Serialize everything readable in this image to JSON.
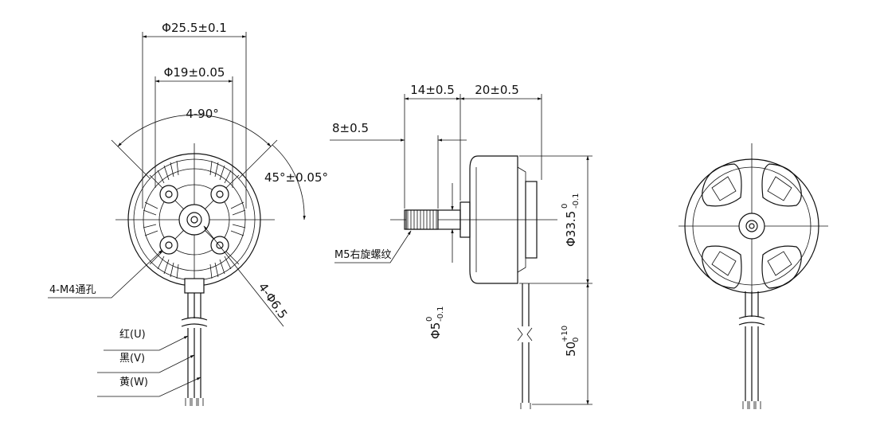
{
  "front_view": {
    "dia_outer": "Φ25.5±0.1",
    "dia_inner": "Φ19±0.05",
    "angle_holes": "4-90°",
    "angle_offset": "45°±0.05°",
    "hole_spec": "4-M4通孔",
    "hole_dia": "4-Φ6.5",
    "wires": [
      "红(U)",
      "黑(V)",
      "黄(W)"
    ]
  },
  "side_view": {
    "len_shaft": "14±0.5",
    "len_body": "20±0.5",
    "len_thread": "8±0.5",
    "thread_spec": "M5右旋螺纹",
    "shaft_dia": "Φ5",
    "shaft_tol_upper": "0",
    "shaft_tol_lower": "-0.1",
    "body_dia": "Φ33.5",
    "body_tol_upper": "0",
    "body_tol_lower": "-0.1",
    "wire_len": "50",
    "wire_tol_upper": "+10",
    "wire_tol_lower": "0"
  }
}
